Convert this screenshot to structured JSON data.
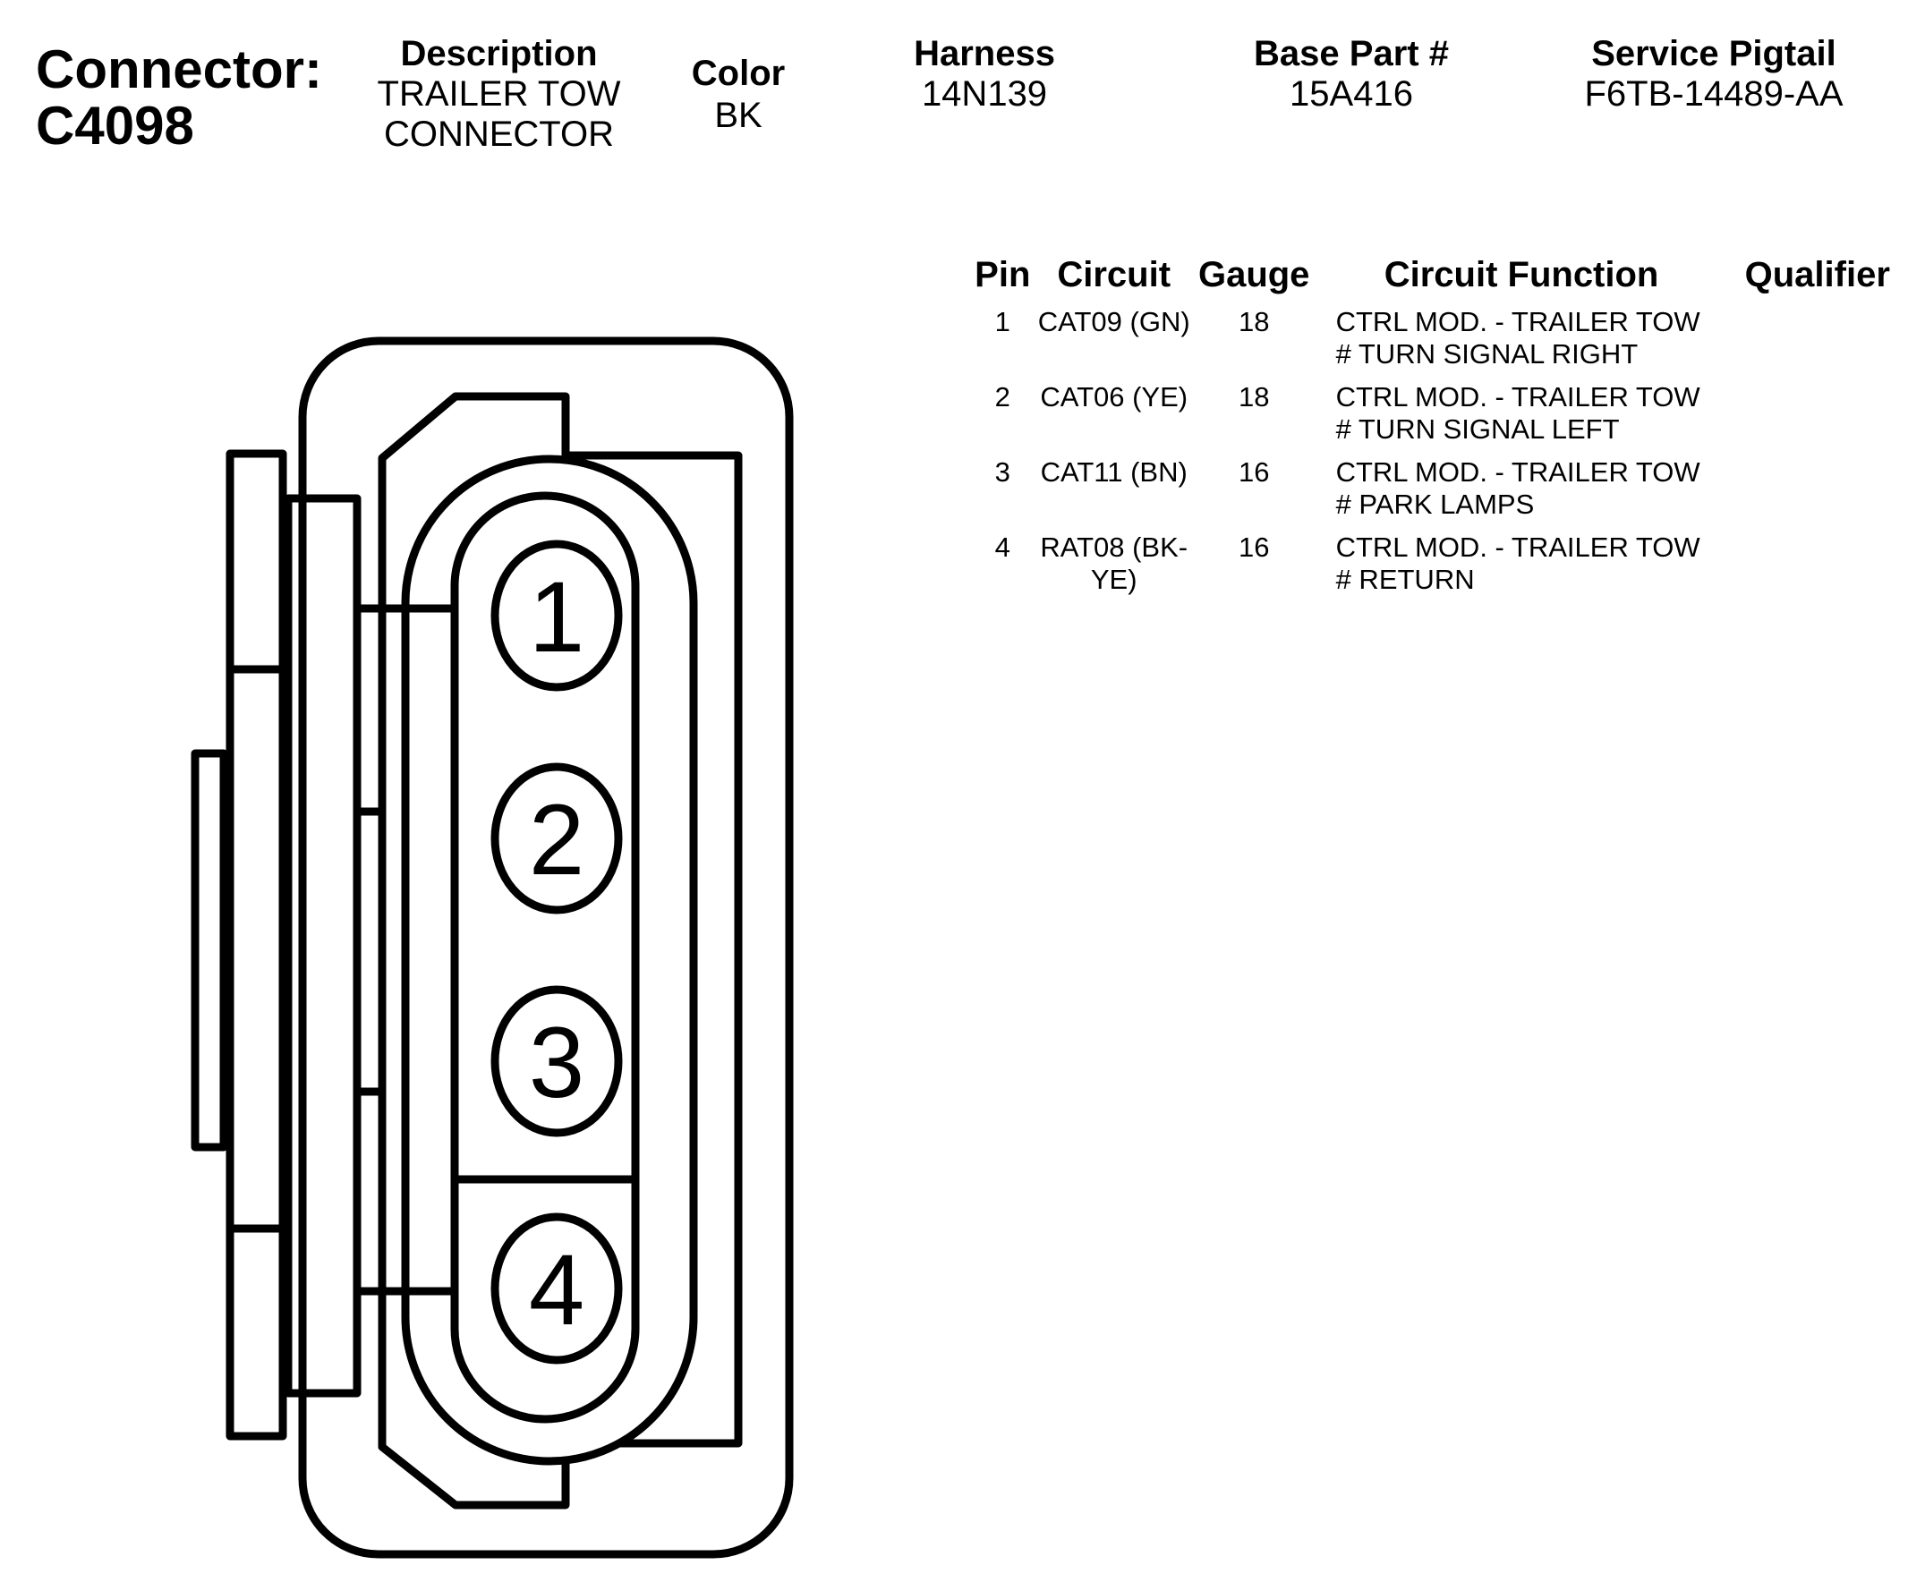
{
  "connector": {
    "label": "Connector:",
    "id": "C4098"
  },
  "header": {
    "description": {
      "label": "Description",
      "value": "TRAILER TOW\nCONNECTOR"
    },
    "color": {
      "label": "Color",
      "value": "BK"
    },
    "harness": {
      "label": "Harness",
      "value": "14N139"
    },
    "base_part": {
      "label": "Base Part #",
      "value": "15A416"
    },
    "service_pigtail": {
      "label": "Service Pigtail",
      "value": "F6TB-14489-AA"
    }
  },
  "table": {
    "columns": [
      "Pin",
      "Circuit",
      "Gauge",
      "Circuit Function",
      "Qualifier"
    ],
    "rows": [
      {
        "pin": "1",
        "circuit": "CAT09 (GN)",
        "gauge": "18",
        "function_line1": "CTRL MOD. - TRAILER TOW",
        "function_line2": "# TURN SIGNAL RIGHT",
        "qualifier": ""
      },
      {
        "pin": "2",
        "circuit": "CAT06 (YE)",
        "gauge": "18",
        "function_line1": "CTRL MOD. - TRAILER TOW",
        "function_line2": "# TURN SIGNAL LEFT",
        "qualifier": ""
      },
      {
        "pin": "3",
        "circuit": "CAT11 (BN)",
        "gauge": "16",
        "function_line1": "CTRL MOD. - TRAILER TOW",
        "function_line2": "# PARK LAMPS",
        "qualifier": ""
      },
      {
        "pin": "4",
        "circuit": "RAT08 (BK-YE)",
        "gauge": "16",
        "function_line1": "CTRL MOD. - TRAILER TOW",
        "function_line2": "# RETURN",
        "qualifier": ""
      }
    ]
  },
  "diagram": {
    "pin_labels": [
      "1",
      "2",
      "3",
      "4"
    ]
  }
}
